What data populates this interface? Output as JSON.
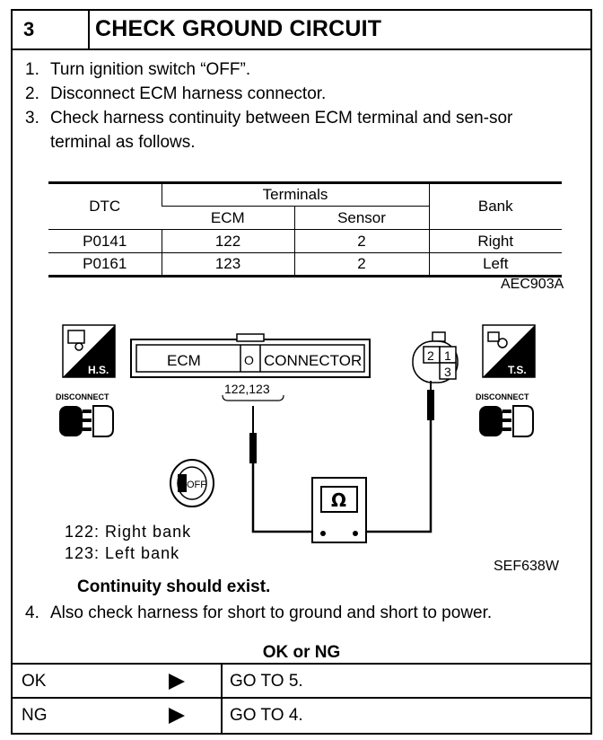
{
  "header": {
    "number": "3",
    "title": "CHECK GROUND CIRCUIT"
  },
  "steps": [
    {
      "num": "1.",
      "text": "Turn ignition switch “OFF”."
    },
    {
      "num": "2.",
      "text": "Disconnect ECM harness connector."
    },
    {
      "num": "3.",
      "text": "Check harness continuity between ECM terminal and sen-sor terminal as follows."
    }
  ],
  "table": {
    "headers": {
      "dtc": "DTC",
      "terminals": "Terminals",
      "ecm": "ECM",
      "sensor": "Sensor",
      "bank": "Bank"
    },
    "rows": [
      {
        "dtc": "P0141",
        "ecm": "122",
        "sensor": "2",
        "bank": "Right"
      },
      {
        "dtc": "P0161",
        "ecm": "123",
        "sensor": "2",
        "bank": "Left"
      }
    ],
    "ref": "AEC903A"
  },
  "diagram": {
    "hs_label": "H.S.",
    "ts_label": "T.S.",
    "disconnect_left": "DISCONNECT",
    "disconnect_right": "DISCONNECT",
    "ecm_label": "ECM",
    "connector_label": "CONNECTOR",
    "o_label": "O",
    "terminal_label": "122,123",
    "off_label": "OFF",
    "ohm_symbol": "Ω",
    "sensor_pins": [
      "2",
      "1",
      "3"
    ],
    "ref": "SEF638W"
  },
  "legend": [
    "122: Right bank",
    "123: Left bank"
  ],
  "continuity": "Continuity should exist.",
  "step4": {
    "num": "4.",
    "text": "Also check harness for short to ground and short to power."
  },
  "okng_title": "OK or NG",
  "results": [
    {
      "label": "OK",
      "action": "GO TO 5."
    },
    {
      "label": "NG",
      "action": "GO TO 4."
    }
  ]
}
